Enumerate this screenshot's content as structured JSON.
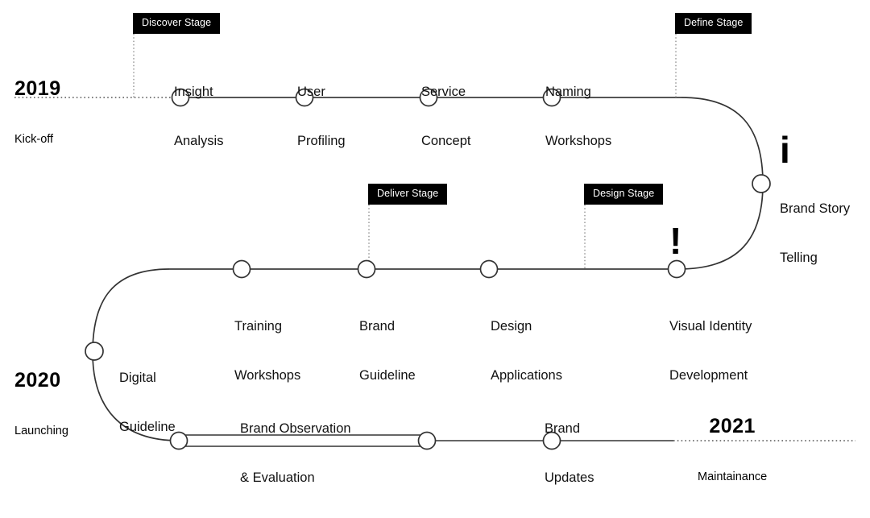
{
  "diagram": {
    "title": "Brand Project Roadmap Timeline",
    "colors": {
      "line": "#555555",
      "node_stroke": "#222222",
      "text": "#111111",
      "stage_bg": "#000000",
      "stage_text": "#ffffff"
    }
  },
  "years": [
    {
      "year": "2019",
      "sub": "Kick-off"
    },
    {
      "year": "2020",
      "sub": "Launching"
    },
    {
      "year": "2021",
      "sub": "Maintainance"
    }
  ],
  "stages": [
    {
      "label": "Discover Stage"
    },
    {
      "label": "Define Stage"
    },
    {
      "label": "Deliver Stage"
    },
    {
      "label": "Design Stage"
    }
  ],
  "milestones": [
    {
      "line1": "Insight",
      "line2": "Analysis"
    },
    {
      "line1": "User",
      "line2": "Profiling"
    },
    {
      "line1": "Service",
      "line2": "Concept"
    },
    {
      "line1": "Naming",
      "line2": "Workshops"
    },
    {
      "line1": "Brand Story",
      "line2": "Telling"
    },
    {
      "line1": "Visual Identity",
      "line2": "Development"
    },
    {
      "line1": "Design",
      "line2": "Applications"
    },
    {
      "line1": "Brand",
      "line2": "Guideline"
    },
    {
      "line1": "Training",
      "line2": "Workshops"
    },
    {
      "line1": "Digital",
      "line2": "Guideline"
    },
    {
      "line1": "Brand Observation",
      "line2": "& Evaluation"
    },
    {
      "line1": "Brand",
      "line2": "Updates"
    }
  ],
  "glyphs": [
    {
      "char": "i",
      "name": "info-glyph"
    },
    {
      "char": "!",
      "name": "exclamation-glyph"
    }
  ]
}
